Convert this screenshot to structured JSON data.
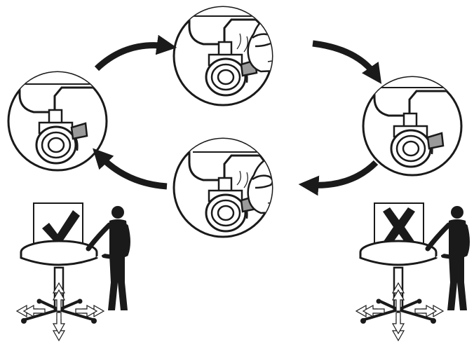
{
  "diagram": {
    "steps": [
      {
        "id": "locked"
      },
      {
        "id": "pressing-release"
      },
      {
        "id": "released"
      },
      {
        "id": "pressing-lock"
      }
    ],
    "outcomes": [
      {
        "id": "stable",
        "result": "correct"
      },
      {
        "id": "unstable",
        "result": "wrong"
      }
    ],
    "colors": {
      "ink": "#1a1a1a",
      "paper": "#ffffff",
      "gray": "#9a9a9a"
    },
    "icons": [
      "checkmark-icon",
      "cross-icon",
      "hand-icon",
      "wheel-icon",
      "arrow-icon"
    ]
  }
}
